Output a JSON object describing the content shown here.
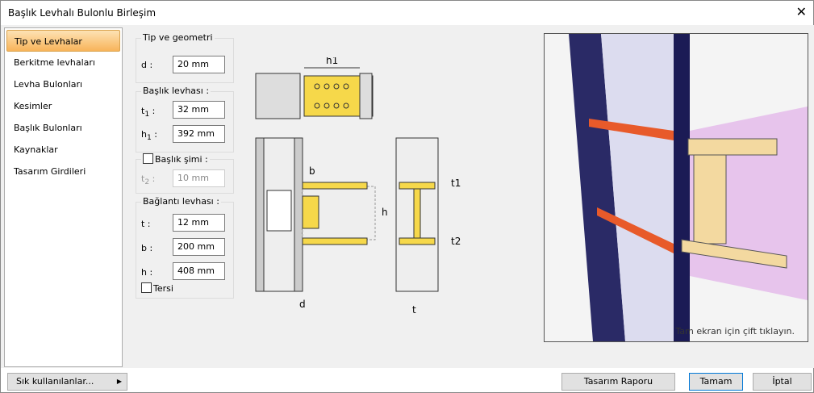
{
  "window": {
    "title": "Başlık Levhalı Bulonlu Birleşim"
  },
  "sidebar": {
    "items": [
      {
        "label": "Tip ve Levhalar"
      },
      {
        "label": "Berkitme levhaları"
      },
      {
        "label": "Levha Bulonları"
      },
      {
        "label": "Kesimler"
      },
      {
        "label": "Başlık Bulonları"
      },
      {
        "label": "Kaynaklar"
      },
      {
        "label": "Tasarım Girdileri"
      }
    ]
  },
  "geometry": {
    "legend": "Tip ve geometri",
    "d_label": "d :",
    "d": "20 mm"
  },
  "head_plate": {
    "legend": "Başlık levhası :",
    "t1_label": "t",
    "t1_sub": "1",
    "t1": "32 mm",
    "h1_label": "h",
    "h1_sub": "1",
    "h1": "392 mm"
  },
  "shim": {
    "legend": "Başlık şimi :",
    "checked": false,
    "t2_label": "t",
    "t2_sub": "2",
    "t2": "10 mm"
  },
  "conn_plate": {
    "legend": "Bağlantı levhası :",
    "t_label": "t :",
    "t": "12 mm",
    "b_label": "b :",
    "b": "200 mm",
    "h_label": "h :",
    "h": "408 mm",
    "reverse_label": "Tersi"
  },
  "diagram": {
    "h1": "h1",
    "b": "b",
    "h": "h",
    "t1": "t1",
    "t2": "t2",
    "d": "d",
    "t": "t"
  },
  "preview": {
    "hint": "Tam ekran için çift tıklayın."
  },
  "buttons": {
    "favorites": "Sık kullanılanlar...",
    "report": "Tasarım Raporu",
    "ok": "Tamam",
    "cancel": "İptal"
  }
}
